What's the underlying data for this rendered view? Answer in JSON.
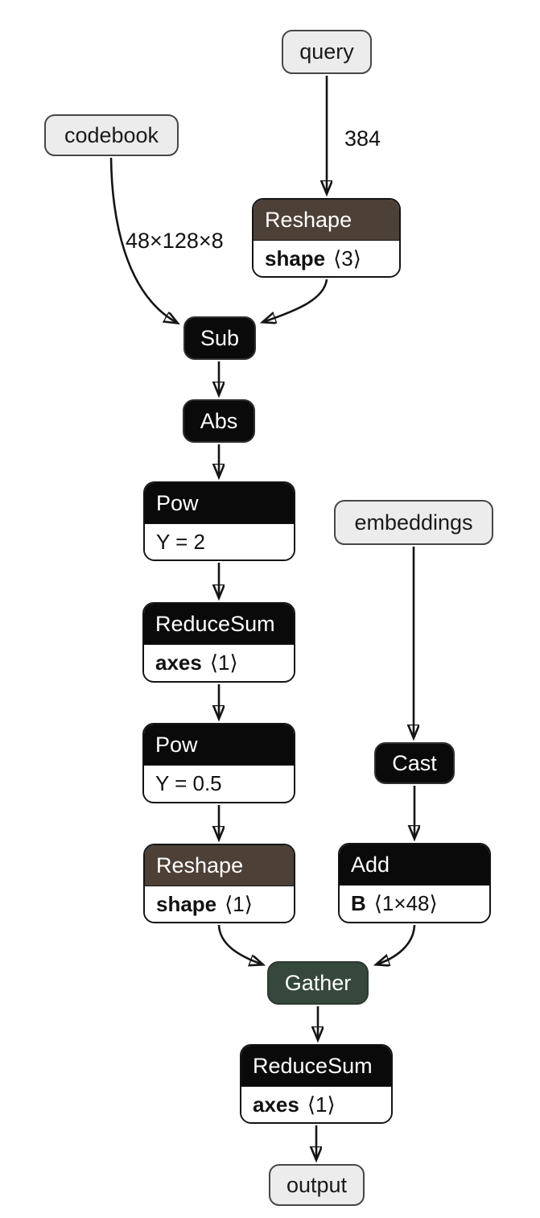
{
  "nodes": {
    "query": {
      "label": "query",
      "kind": "input"
    },
    "codebook": {
      "label": "codebook",
      "kind": "input"
    },
    "embeddings": {
      "label": "embeddings",
      "kind": "input"
    },
    "reshape1": {
      "title": "Reshape",
      "attr_name": "shape",
      "attr_value": "⟨3⟩",
      "header_color": "#4d4037"
    },
    "sub": {
      "label": "Sub"
    },
    "abs": {
      "label": "Abs"
    },
    "pow1": {
      "title": "Pow",
      "attr_name": "",
      "attr_value": "Y = 2",
      "header_color": "#0a0a0a"
    },
    "reducesum1": {
      "title": "ReduceSum",
      "attr_name": "axes",
      "attr_value": "⟨1⟩",
      "header_color": "#0a0a0a"
    },
    "pow2": {
      "title": "Pow",
      "attr_name": "",
      "attr_value": "Y = 0.5",
      "header_color": "#0a0a0a"
    },
    "reshape2": {
      "title": "Reshape",
      "attr_name": "shape",
      "attr_value": "⟨1⟩",
      "header_color": "#4d4037"
    },
    "cast": {
      "label": "Cast"
    },
    "add": {
      "title": "Add",
      "attr_name": "B",
      "attr_value": "⟨1×48⟩",
      "header_color": "#0a0a0a"
    },
    "gather": {
      "label": "Gather",
      "fill": "#36473c"
    },
    "reducesum2": {
      "title": "ReduceSum",
      "attr_name": "axes",
      "attr_value": "⟨1⟩",
      "header_color": "#0a0a0a"
    },
    "output": {
      "label": "output",
      "kind": "output"
    }
  },
  "edge_labels": {
    "query_to_reshape": "384",
    "codebook_to_sub": "48×128×8"
  },
  "colors": {
    "background": "#ffffff",
    "op_black": "#0a0a0a",
    "shape_op_brown": "#4d4037",
    "gather_green": "#36473c",
    "io_fill": "#ececec",
    "io_border": "#474747",
    "edge": "#141414"
  }
}
